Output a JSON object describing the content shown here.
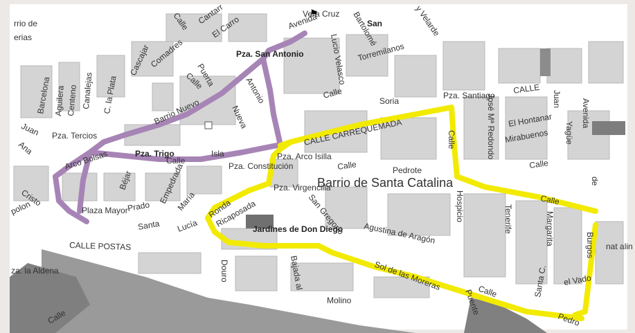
{
  "map": {
    "district_title": "Barrio de Santa Catalina",
    "route_colors": {
      "purple": "#a784b6",
      "yellow": "#f2ea00"
    },
    "labels": {
      "barrio_de": "rrio de",
      "morerias": "erias",
      "vera_cruz": "Vera\nCruz",
      "avenida": "Avenida",
      "el_carro": "El Carro",
      "cantarr": "Cantarr",
      "san": "San",
      "bartolome": "Bartolomé",
      "lucio_velasco": "Lucio Velasco",
      "torremilanos": "Torremilanos",
      "y_velarde": "y Velarde",
      "pza_san_antonio": "Pza. San Antonio",
      "calle_1": "Calle",
      "soria": "Soria",
      "pza_santiago": "Pza. Santiago",
      "calle_top_right": "CALLE",
      "jose_m_redondo": "José Mª Redondo",
      "el_hontanar": "El Hontanar",
      "mirabuenos": "Mirabuenos",
      "yague": "Yagüe",
      "juan": "Juan",
      "avenida_right": "Avenida",
      "calle_carrequemada": "CALLE   CARREQUEMADA",
      "calle_vert_right": "Calle",
      "calle_2": "Calle",
      "pedrote": "Pedrote",
      "calle_3": "Calle",
      "pza_arco_isilla": "Pza. Arco Isilla",
      "pza_vergencilla": "Pza. Virgencilla",
      "pza_constitucion": "Pza. Constitución",
      "hospicio": "Hospicio",
      "calle_4": "Calle",
      "de": "de",
      "tenerife": "Tenerife",
      "margarita": "Margarita",
      "agustina": "Agustina de Aragón",
      "san_gregorio": "San Gregorio",
      "jardines": "Jardines de Don Diego",
      "ricaposada": "Ricaposada",
      "ronda": "Ronda",
      "lucia": "Lucía",
      "maria": "María",
      "empedrada": "Empedrada",
      "prado": "Prado",
      "santa": "Santa",
      "bejar": "Béjar",
      "pza_trigo": "Pza. Trigo",
      "calle_5": "Calle",
      "isla": "Isla",
      "barrio_nuevo": "Barrio Nuevo",
      "nueva": "Nueva",
      "antonio": "Antonio",
      "puerta": "Puerta",
      "comadres": "Comadres",
      "cascajar": "Cascajar",
      "plata": "C. la Plata",
      "canalejas": "Canalejas",
      "centeno": "Centeno",
      "aguilera": "Aguilera",
      "barcelona": "Barcelona",
      "juan_left": "Juan",
      "pza_tercios": "Pza. Tercios",
      "ana": "Ana",
      "arco_bolsas": "Arco Bolsas",
      "cristo": "Cristo",
      "polon": "polon",
      "plaza_mayor": "Plaza Mayor",
      "calle_postas": "CALLE              POSTAS",
      "douro": "Douro",
      "bajada": "Bajada al",
      "molino": "Molino",
      "sol_moreras": "Sol de las Moreras",
      "calle_6": "Calle",
      "puente": "Puente",
      "pedro": "Pedro",
      "santa_c": "Santa C.",
      "el_vado": "el Vado",
      "burgos": "Burgos",
      "pza_la_alameda": "za. la Aldena",
      "calle_bottom_left": "Calle",
      "calle_vert_left": "Calle",
      "calle_top_left": "Calle",
      "ynat_alin": "nat alin"
    }
  }
}
